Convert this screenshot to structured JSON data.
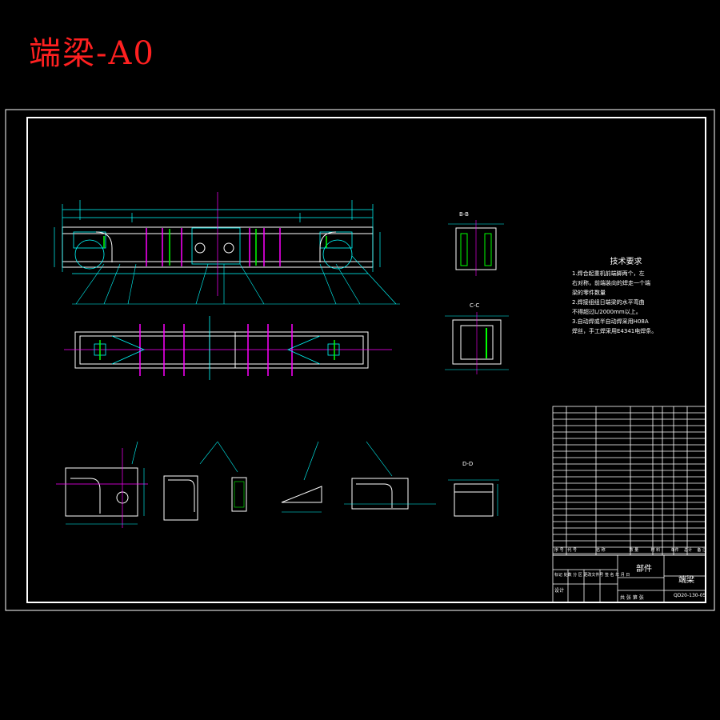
{
  "title": "端梁-A0",
  "tech": {
    "heading": "技术要求",
    "lines": [
      "1.焊合起重机前端脚两个，左",
      "右对称，前端装向的焊走一个端",
      "梁的零件数量",
      "2.焊接组组日端梁的水平弯曲",
      "不得超过L/2000mm以上。",
      "3.自动焊或半自动焊采用H08A",
      "焊丝，手工焊采用E4341电焊条。"
    ]
  },
  "titleblock": {
    "name": "端梁",
    "label_part": "部件",
    "code": "QD20-130-05",
    "scale_label": "共  张  第  张",
    "parts_header": [
      "序 号",
      "代 号",
      "名 称",
      "数 量",
      "材 料",
      "单件",
      "总计",
      "备 注"
    ],
    "rev_header": "标记 处数 分 区 更改文件号 签 名 年 月 日",
    "sign": "设计"
  },
  "section_labels": [
    "B-B",
    "C-C",
    "D-D"
  ],
  "colors": {
    "frame": "#ffffff",
    "cyan": "#00ffff",
    "magenta": "#ff00ff",
    "green": "#00ff00",
    "red": "#ff2020",
    "yellow": "#ffff00"
  }
}
